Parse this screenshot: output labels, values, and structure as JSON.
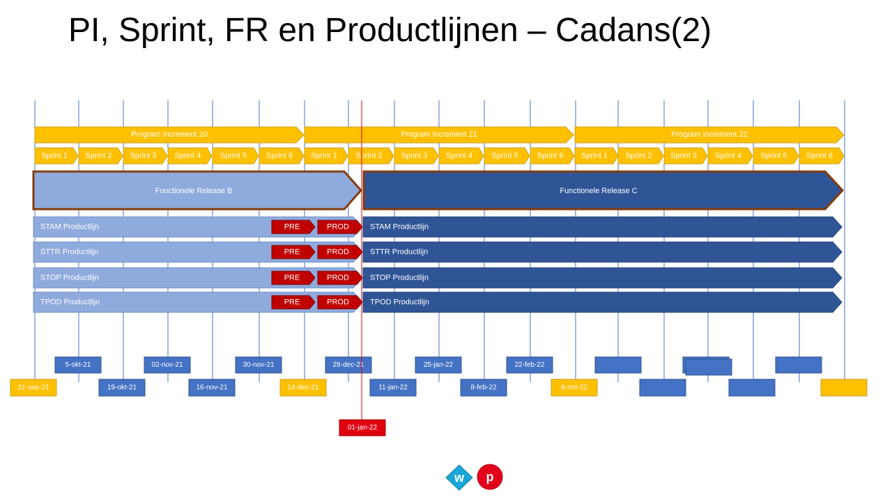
{
  "title": "PI, Sprint, FR en Productlijnen – Cadans(2)",
  "colors": {
    "gold": "#ffc000",
    "gold_border": "#c9a227",
    "light_blue": "#8faadc",
    "dark_blue": "#2f5597",
    "mid_blue": "#4472c4",
    "red": "#c00000",
    "brown_border": "#843c0c",
    "line_blue": "#4472c4",
    "today_red": "#e0000f"
  },
  "program_increments": [
    {
      "label": "Program Increment  20"
    },
    {
      "label": "Program Increment  21"
    },
    {
      "label": "Program Increment  22"
    }
  ],
  "sprints": [
    "Sprint 1",
    "Sprint 2",
    "Sprint 3",
    "Sprint 4",
    "Sprint 5",
    "Sprint 6",
    "Sprint 1",
    "Sprint 2",
    "Sprint 3",
    "Sprint 4",
    "Sprint 5",
    "Sprint 6",
    "Sprint 1",
    "Sprint 2",
    "Sprint 3",
    "Sprint 4",
    "Sprint 5",
    "Sprint 6"
  ],
  "functional_releases": [
    {
      "label": "Functionele Release B"
    },
    {
      "label": "Functionele Release C"
    }
  ],
  "product_lines": [
    {
      "left_label": "STAM  Productlijn",
      "right_label": "STAM  Productlijn",
      "pre": "PRE",
      "prod": "PROD"
    },
    {
      "left_label": "STTR  Productlijn",
      "right_label": "STTR Productlijn",
      "pre": "PRE",
      "prod": "PROD"
    },
    {
      "left_label": "STOP  Productlijn",
      "right_label": "STOP Productlijn",
      "pre": "PRE",
      "prod": "PROD"
    },
    {
      "left_label": "TPOD  Productlijn",
      "right_label": "TPOD  Productlijn",
      "pre": "PRE",
      "prod": "PROD"
    }
  ],
  "dates_upper": [
    "5-okt-21",
    "02-nov-21",
    "30-nov-21",
    "28-dec-21",
    "25-jan-22",
    "22-feb-22",
    "",
    "",
    ""
  ],
  "dates_lower": [
    "21-sep-21",
    "19-okt-21",
    "16-nov-21",
    "14-dec-21",
    "11-jan-22",
    "8-feb-22",
    "8-mrt-22",
    "",
    "",
    "",
    ""
  ],
  "today_label": "01-jan-22",
  "logos": {
    "w": "w",
    "p": "p"
  }
}
